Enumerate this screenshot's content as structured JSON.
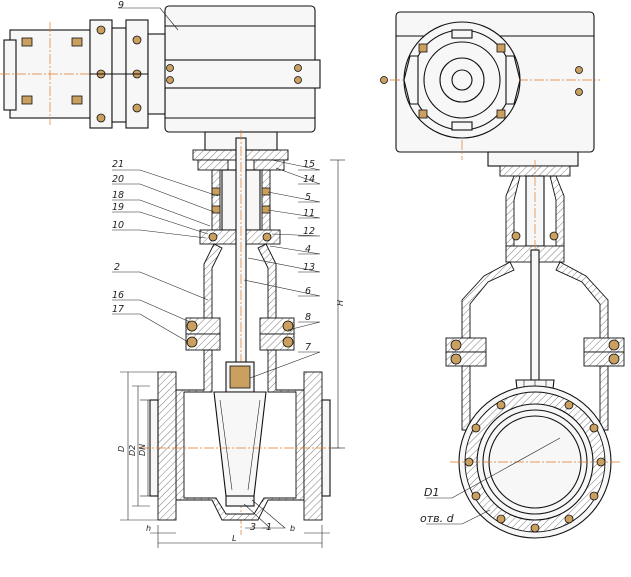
{
  "drawing": {
    "callouts": {
      "n1": "1",
      "n2": "2",
      "n3": "3",
      "n4": "4",
      "n5": "5",
      "n6": "6",
      "n7": "7",
      "n8": "8",
      "n9": "9",
      "n10": "10",
      "n11": "11",
      "n12": "12",
      "n13": "13",
      "n14": "14",
      "n15": "15",
      "n16": "16",
      "n17": "17",
      "n18": "18",
      "n19": "19",
      "n20": "20",
      "n21": "21"
    },
    "dimensions": {
      "h": "h",
      "b": "b",
      "L": "L",
      "H": "H",
      "D": "D",
      "D2": "D2",
      "DN": "DN"
    },
    "side_view": {
      "d1_label": "D1",
      "holes_label": "отв. d"
    },
    "colors": {
      "outline": "#111111",
      "axis": "#e07a2a",
      "bolt": "#caa060",
      "hatch": "#444444"
    }
  }
}
